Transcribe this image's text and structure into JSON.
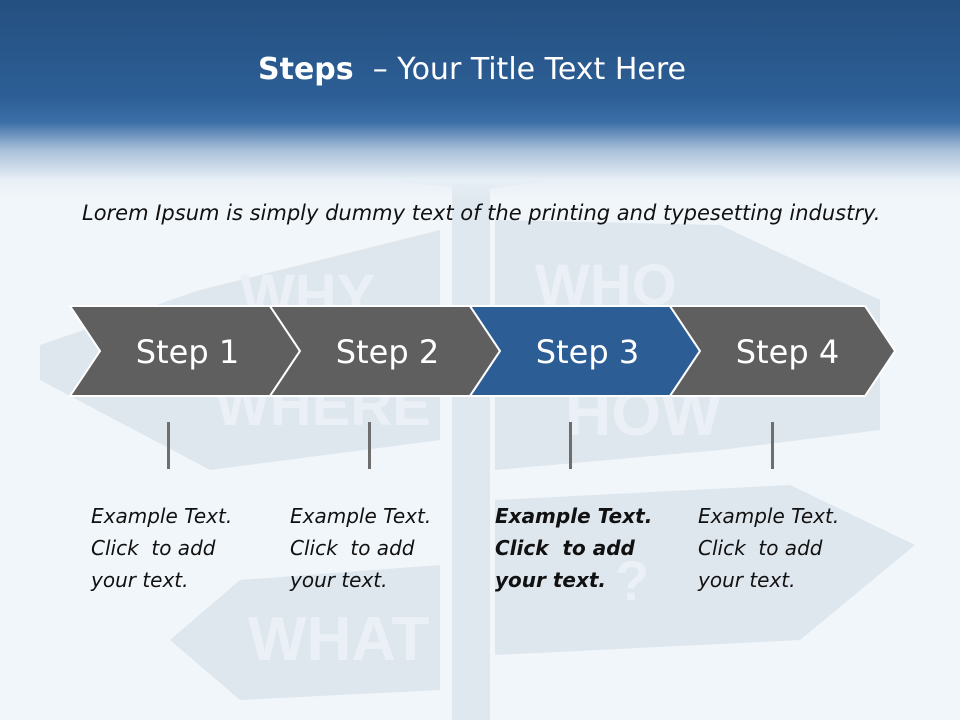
{
  "title": {
    "bold": "Steps",
    "rest": "  – Your Title Text Here"
  },
  "intro": "Lorem Ipsum is simply dummy text of the printing and typesetting industry.",
  "background_signs": [
    "WHY",
    "WHERE",
    "WHO",
    "HOW",
    "WHAT",
    "?"
  ],
  "steps": [
    {
      "label": "Step 1",
      "lines": [
        "Example Text.",
        "Click  to add",
        "your text."
      ],
      "active": false
    },
    {
      "label": "Step 2",
      "lines": [
        "Example Text.",
        "Click  to add",
        "your text."
      ],
      "active": false
    },
    {
      "label": "Step 3",
      "lines": [
        "Example Text.",
        "Click  to add",
        "your text."
      ],
      "active": true
    },
    {
      "label": "Step 4",
      "lines": [
        "Example Text.",
        "Click  to add",
        "your text."
      ],
      "active": false
    }
  ],
  "colors": {
    "header": "#2c5e95",
    "chevron": "#5f5f5f",
    "chevron_active": "#2c5e95",
    "sign": "#c9d6e4",
    "sign_text": "#e9eff6"
  }
}
